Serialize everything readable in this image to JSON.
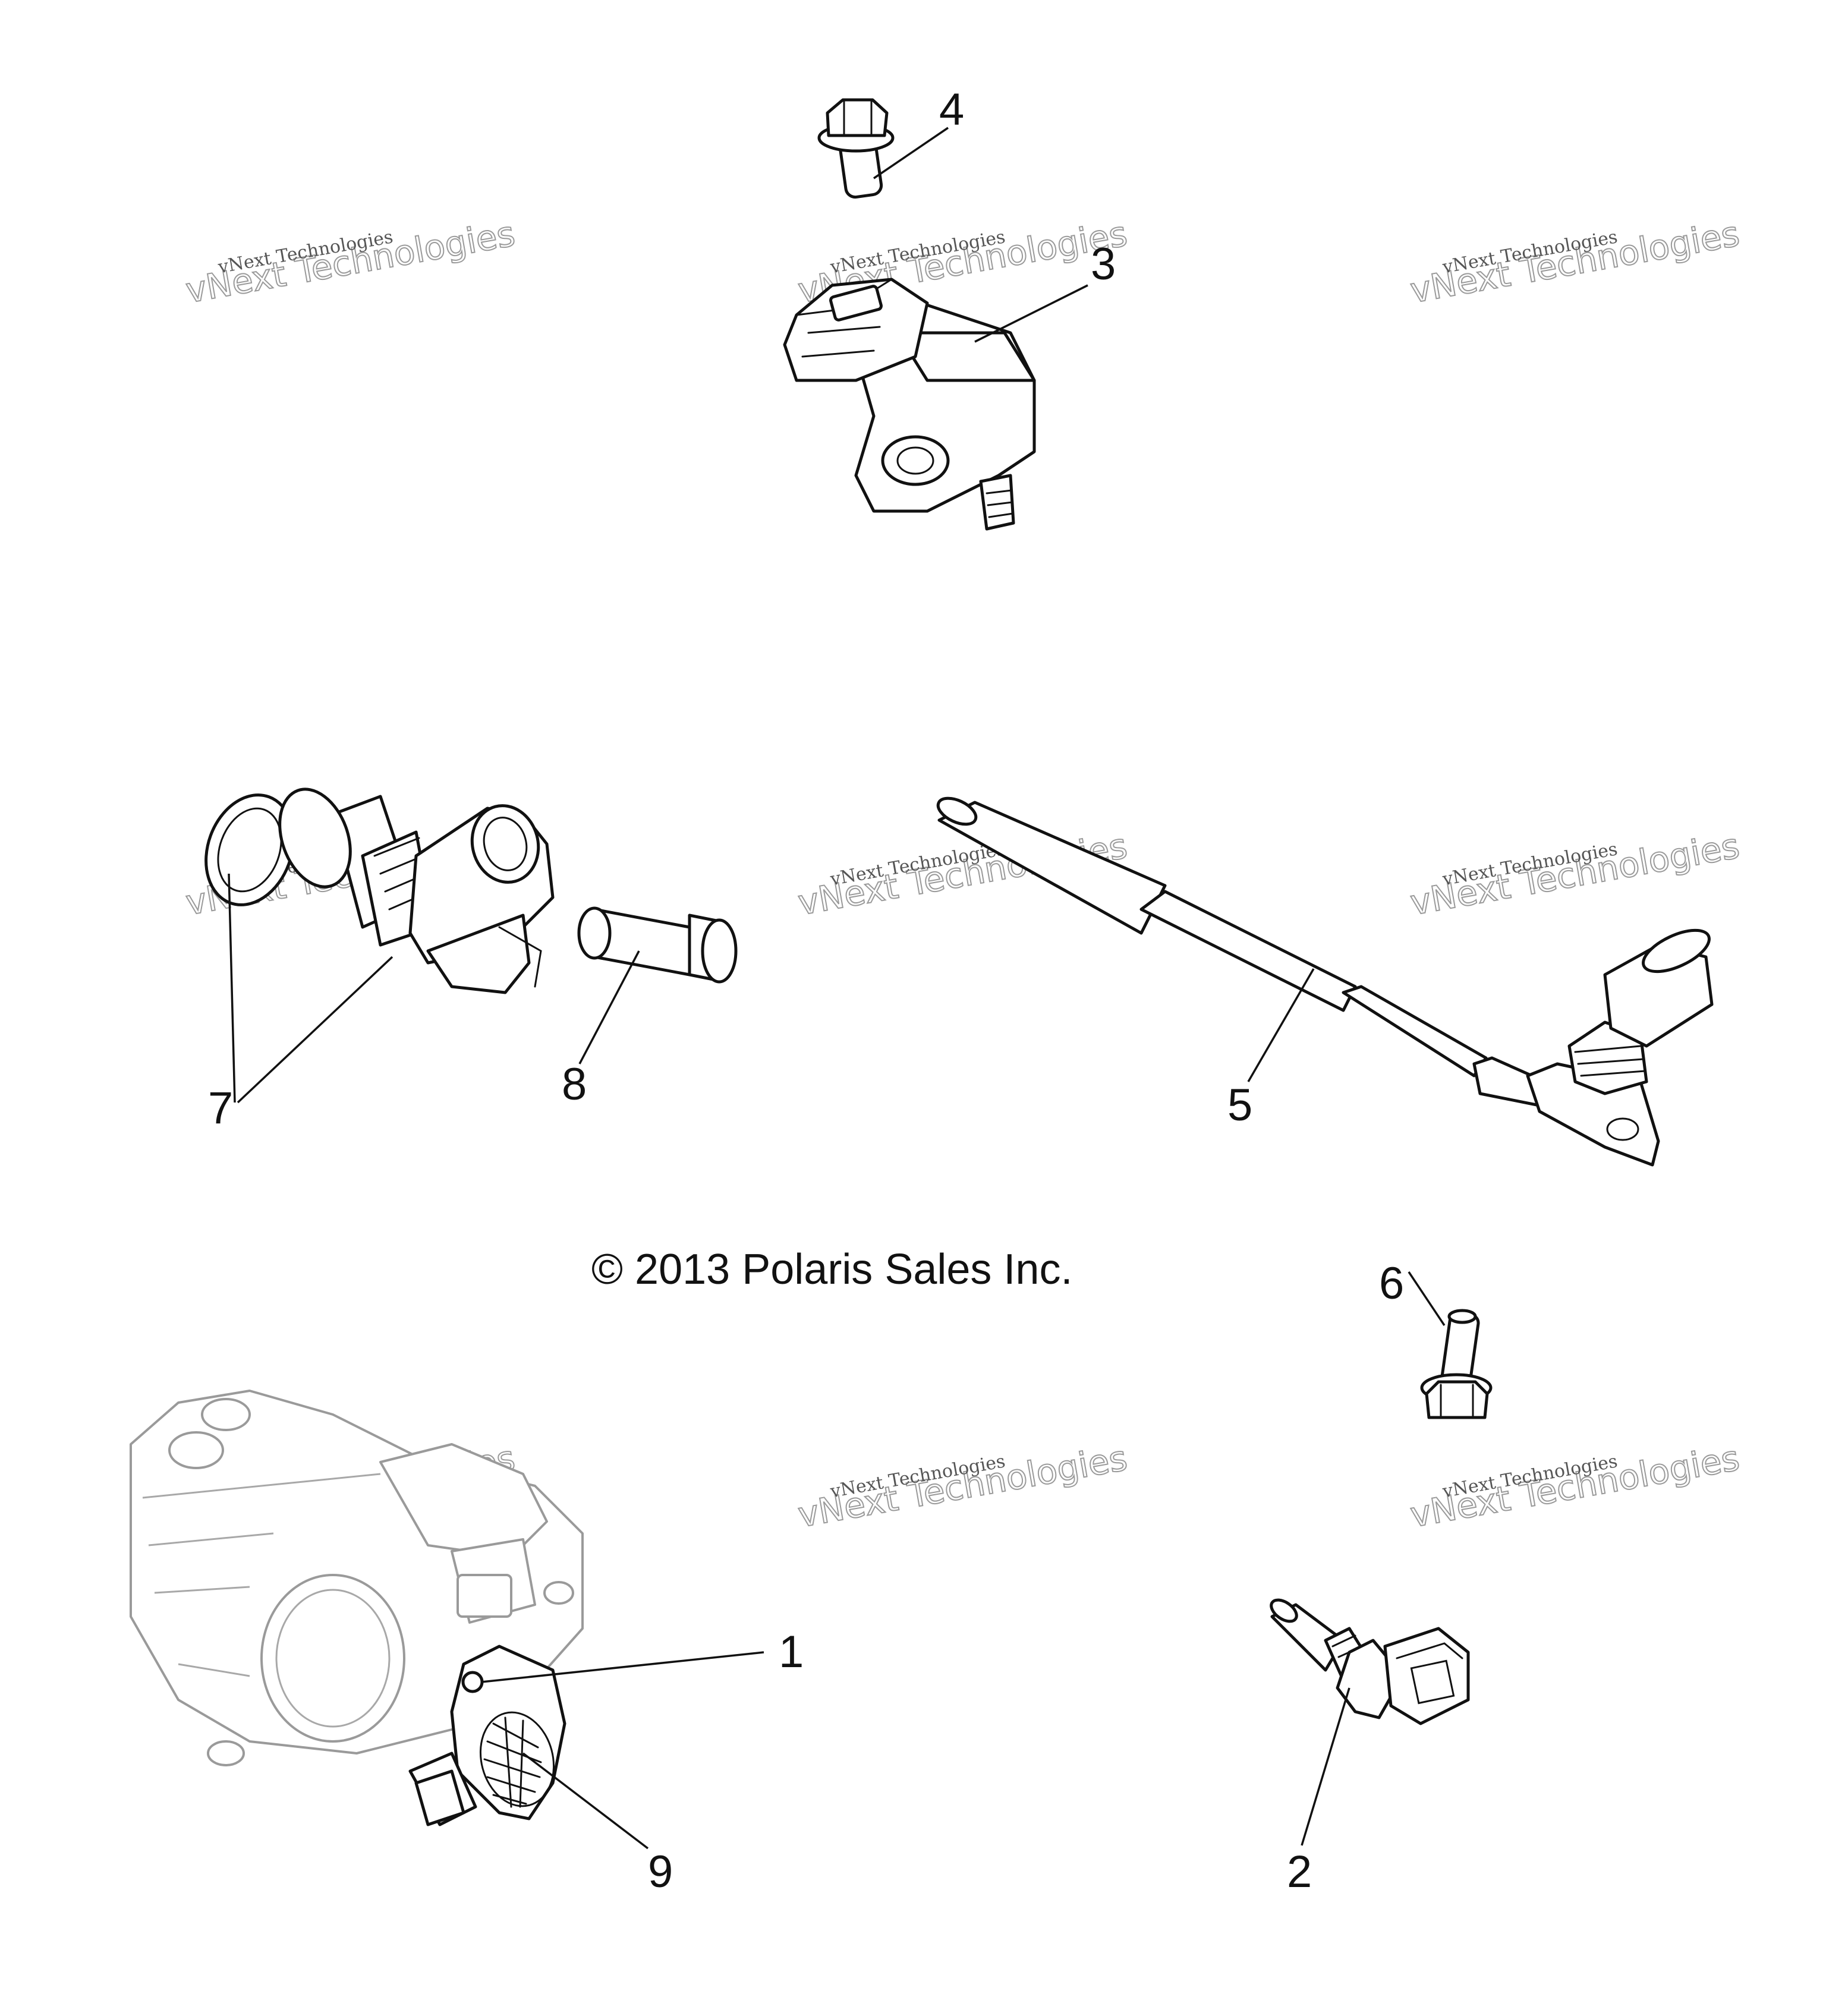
{
  "diagram": {
    "copyright": "© 2013 Polaris Sales Inc.",
    "watermark": {
      "line1": "vNext Technologies",
      "line2": "vNext Technologies"
    },
    "callouts": [
      {
        "id": "1",
        "label": "1"
      },
      {
        "id": "2",
        "label": "2"
      },
      {
        "id": "3",
        "label": "3"
      },
      {
        "id": "4",
        "label": "4"
      },
      {
        "id": "5",
        "label": "5"
      },
      {
        "id": "6",
        "label": "6"
      },
      {
        "id": "7",
        "label": "7"
      },
      {
        "id": "8",
        "label": "8"
      },
      {
        "id": "9",
        "label": "9"
      }
    ]
  }
}
